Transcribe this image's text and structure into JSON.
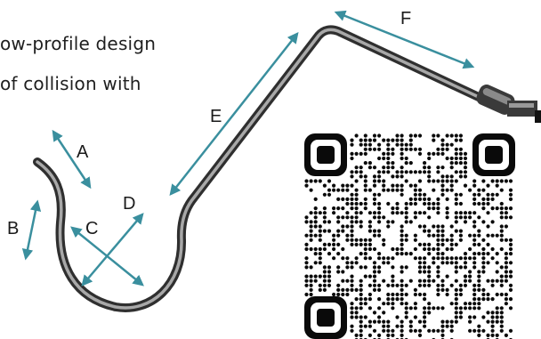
{
  "caption": {
    "line1": "ow-profile design",
    "line2": "of collision with"
  },
  "labels": {
    "a": "A",
    "b": "B",
    "c": "C",
    "d": "D",
    "e": "E",
    "f": "F"
  },
  "colors": {
    "arrow": "#3a8f9e",
    "hook_dark": "#3a3a3a",
    "hook_light": "#9a9a9a",
    "qr": "#0a0a0a"
  }
}
